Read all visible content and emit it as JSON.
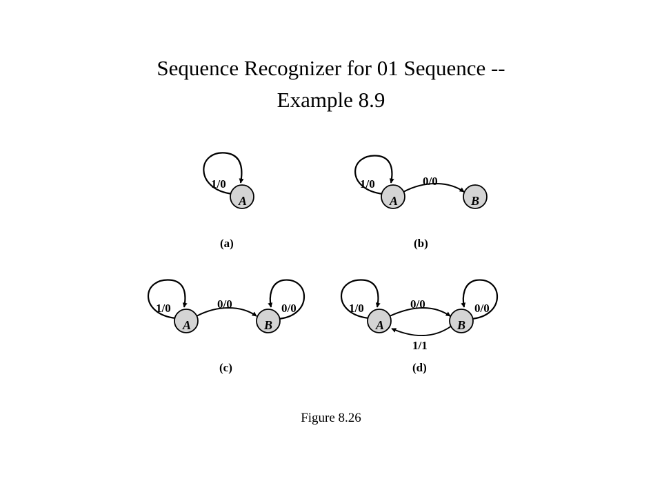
{
  "title": {
    "line1": "Sequence Recognizer for 01 Sequence --",
    "line2": "Example 8.9"
  },
  "panels": {
    "a": {
      "caption": "(a)",
      "states": [
        "A"
      ],
      "transitions": [
        {
          "from": "A",
          "to": "A",
          "label": "1/0"
        }
      ]
    },
    "b": {
      "caption": "(b)",
      "states": [
        "A",
        "B"
      ],
      "transitions": [
        {
          "from": "A",
          "to": "A",
          "label": "1/0"
        },
        {
          "from": "A",
          "to": "B",
          "label": "0/0"
        }
      ]
    },
    "c": {
      "caption": "(c)",
      "states": [
        "A",
        "B"
      ],
      "transitions": [
        {
          "from": "A",
          "to": "A",
          "label": "1/0"
        },
        {
          "from": "A",
          "to": "B",
          "label": "0/0"
        },
        {
          "from": "B",
          "to": "B",
          "label": "0/0"
        }
      ]
    },
    "d": {
      "caption": "(d)",
      "states": [
        "A",
        "B"
      ],
      "transitions": [
        {
          "from": "A",
          "to": "A",
          "label": "1/0"
        },
        {
          "from": "A",
          "to": "B",
          "label": "0/0"
        },
        {
          "from": "B",
          "to": "B",
          "label": "0/0"
        },
        {
          "from": "B",
          "to": "A",
          "label": "1/1"
        }
      ]
    }
  },
  "figure_caption": "Figure 8.26",
  "colors": {
    "state_fill": "#d4d4d4",
    "stroke": "#000000"
  }
}
